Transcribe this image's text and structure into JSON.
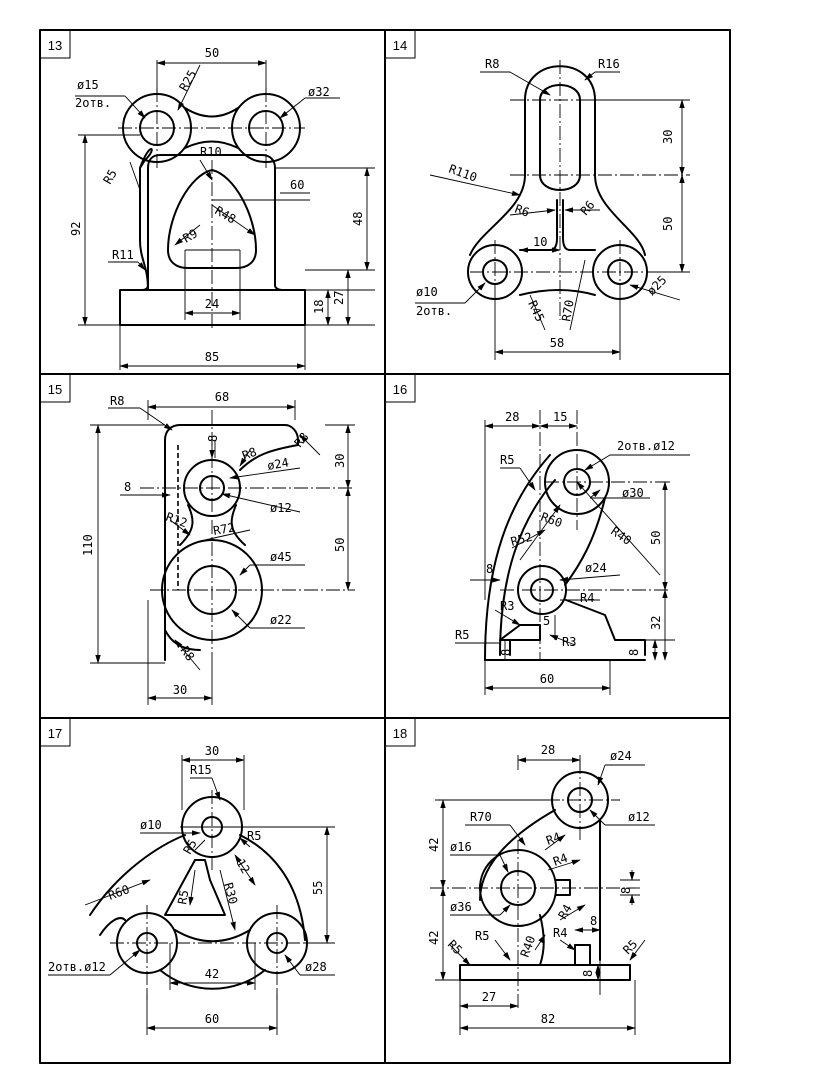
{
  "cells": [
    {
      "number": "13",
      "dims": [
        "50",
        "R25",
        "ø15",
        "2отв.",
        "ø32",
        "R10",
        "60",
        "R5",
        "R48",
        "R9",
        "48",
        "92",
        "R11",
        "27",
        "24",
        "18",
        "85"
      ]
    },
    {
      "number": "14",
      "dims": [
        "R8",
        "R16",
        "30",
        "R110",
        "R6",
        "R6",
        "50",
        "10",
        "ø10",
        "2отв.",
        "R45",
        "R70",
        "ø25",
        "58"
      ]
    },
    {
      "number": "15",
      "dims": [
        "68",
        "R8",
        "8",
        "R8",
        "R8",
        "ø24",
        "30",
        "8",
        "ø12",
        "R12",
        "R72",
        "110",
        "50",
        "ø45",
        "ø22",
        "R8",
        "30"
      ]
    },
    {
      "number": "16",
      "dims": [
        "28",
        "15",
        "2отв.ø12",
        "R5",
        "ø30",
        "R60",
        "R40",
        "50",
        "R52",
        "8",
        "ø24",
        "R4",
        "R3",
        "5",
        "R5",
        "R3",
        "32",
        "8",
        "8",
        "60"
      ]
    },
    {
      "number": "17",
      "dims": [
        "30",
        "R15",
        "ø10",
        "R5",
        "R5",
        "12",
        "55",
        "R60",
        "R5",
        "R30",
        "2отв.ø12",
        "42",
        "ø28",
        "60"
      ]
    },
    {
      "number": "18",
      "dims": [
        "28",
        "ø24",
        "R70",
        "R4",
        "ø12",
        "42",
        "ø16",
        "R4",
        "8",
        "ø36",
        "R4",
        "8",
        "42",
        "R5",
        "R5",
        "R40",
        "R4",
        "R5",
        "8",
        "27",
        "82"
      ]
    }
  ]
}
